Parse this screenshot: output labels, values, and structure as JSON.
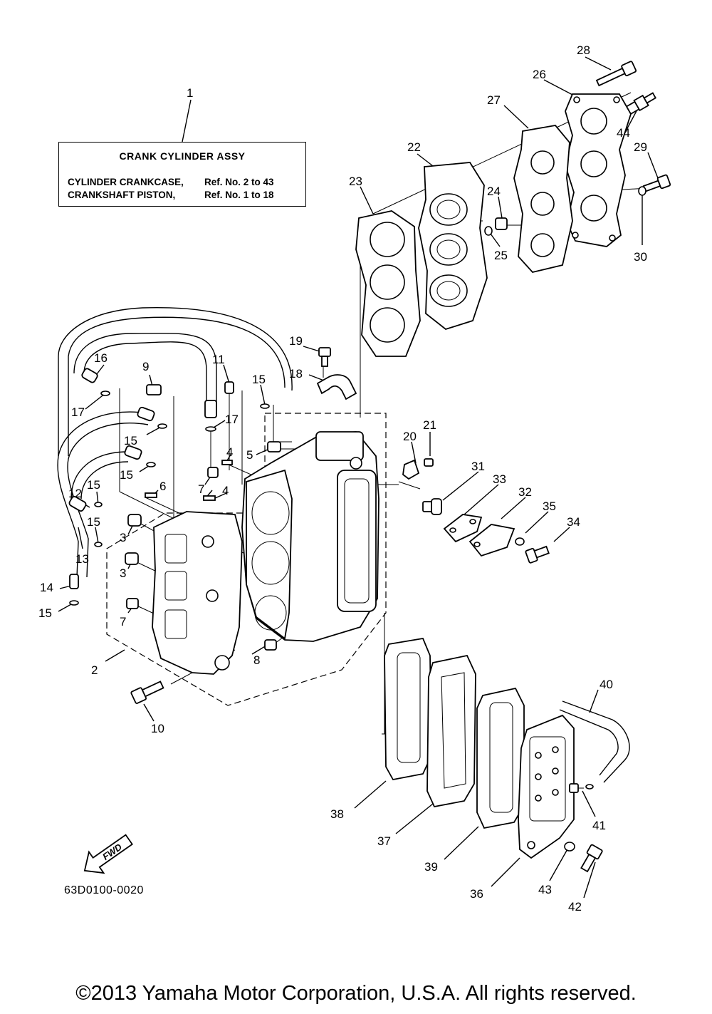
{
  "assembly_box": {
    "title": "CRANK CYLINDER ASSY",
    "rows": [
      {
        "name": "CYLINDER CRANKCASE,",
        "ref": "Ref. No. 2 to 43"
      },
      {
        "name": "CRANKSHAFT PISTON,",
        "ref": "Ref. No. 1 to 18"
      }
    ]
  },
  "callouts": {
    "c1": "1",
    "c2": "2",
    "c3a": "3",
    "c3b": "3",
    "c4a": "4",
    "c4b": "4",
    "c5": "5",
    "c6": "6",
    "c7a": "7",
    "c7b": "7",
    "c8": "8",
    "c9": "9",
    "c10": "10",
    "c11": "11",
    "c12": "12",
    "c13": "13",
    "c14": "14",
    "c15a": "15",
    "c15b": "15",
    "c15c": "15",
    "c15d": "15",
    "c15e": "15",
    "c15f": "15",
    "c16": "16",
    "c17a": "17",
    "c17b": "17",
    "c18": "18",
    "c19": "19",
    "c20": "20",
    "c21": "21",
    "c22": "22",
    "c23": "23",
    "c24": "24",
    "c25": "25",
    "c26": "26",
    "c27": "27",
    "c28": "28",
    "c29": "29",
    "c30": "30",
    "c31": "31",
    "c32": "32",
    "c33": "33",
    "c34": "34",
    "c35": "35",
    "c36": "36",
    "c37": "37",
    "c38": "38",
    "c39": "39",
    "c40": "40",
    "c41": "41",
    "c42": "42",
    "c43": "43",
    "c44": "44"
  },
  "fwd_label": "FWD",
  "diagram_code": "63D0100-0020",
  "copyright": "©2013 Yamaha Motor Corporation, U.S.A. All rights reserved."
}
